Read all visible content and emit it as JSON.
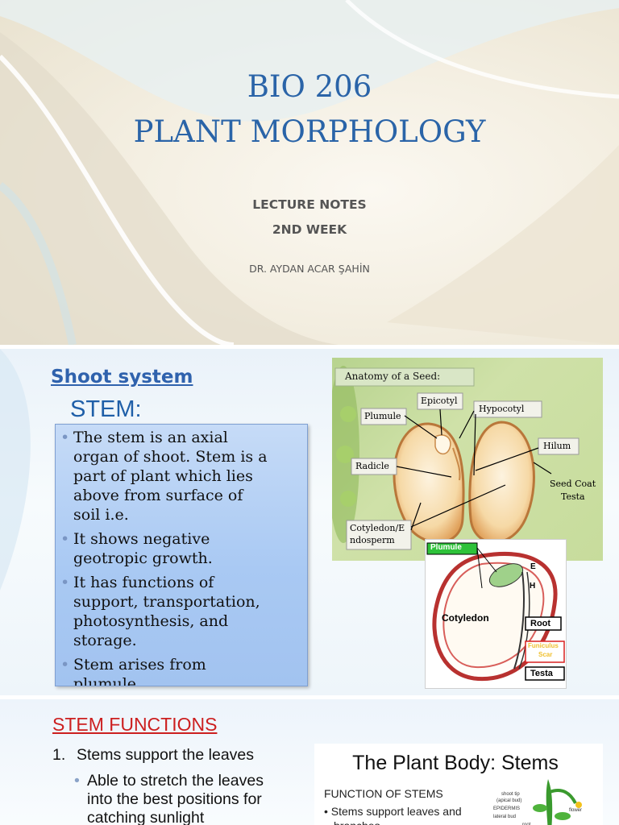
{
  "slide1": {
    "title_line1": "BIO 206",
    "title_line2": "PLANT MORPHOLOGY",
    "subtitle_line1": "LECTURE NOTES",
    "subtitle_line2": "2ND WEEK",
    "author": "DR. AYDAN ACAR ŞAHİN"
  },
  "slide2": {
    "heading": "Shoot system",
    "subheading": "STEM:",
    "bullets": [
      [
        "The stem is an axial",
        "organ of shoot. Stem is a",
        "part of plant which lies",
        "above from surface of",
        "soil i.e."
      ],
      [
        "It shows negative",
        "geotropic growth."
      ],
      [
        "It has functions of",
        "support, transportation,",
        "photosynthesis, and",
        "storage."
      ],
      [
        "Stem arises from",
        "plumule."
      ]
    ],
    "seed_diagram": {
      "title": "Anatomy of a Seed:",
      "labels": {
        "epicotyl": "Epicotyl",
        "hypocotyl": "Hypocotyl",
        "plumule": "Plumule",
        "hilum": "Hilum",
        "radicle": "Radicle",
        "seed_coat_1": "Seed Coat",
        "seed_coat_2": "Testa",
        "cotyledon_1": "Cotyledon/E",
        "cotyledon_2": "ndosperm"
      }
    },
    "seed_section_diagram": {
      "plumule": "Plumule",
      "e": "E",
      "h": "H",
      "cotyledon": "Cotyledon",
      "root": "Root",
      "funiculus_1": "Funiculus",
      "funiculus_2": "Scar",
      "testa": "Testa"
    }
  },
  "slide3": {
    "heading": "STEM FUNCTIONS",
    "item_number": "1.",
    "item_text": "Stems support the leaves",
    "sub_lines": [
      "Able to stretch the leaves",
      "into the best positions for",
      "catching sunlight"
    ],
    "plant_body": {
      "title": "The Plant Body: Stems",
      "function_heading": "FUNCTION OF STEMS",
      "bullet": "• Stems support leaves and",
      "bullet_cont": "branches",
      "label_shoot_tip": "shoot tip",
      "label_apical_bud": "(apical bud)",
      "label_epidermis": "EPIDERMIS",
      "label_flower": "flower",
      "label_lateral_bud": "lateral bud",
      "label_root": "root"
    }
  },
  "colors": {
    "title_blue": "#2a64a8",
    "heading_blue": "#2f62ad",
    "functions_red": "#cc1f1f",
    "bullet_box": "#a9c9f3",
    "plumule_green": "#2ec23a"
  }
}
